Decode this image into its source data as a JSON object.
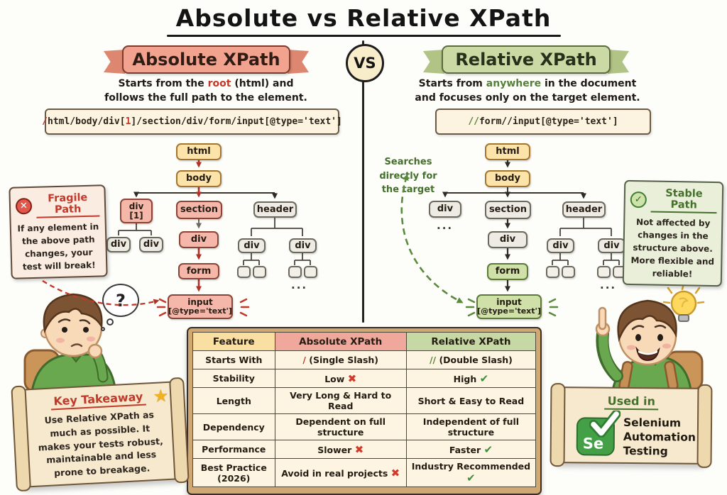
{
  "title": "Absolute vs Relative XPath",
  "vs_label": "VS",
  "left": {
    "banner": "Absolute XPath",
    "sub_pre": "Starts from the ",
    "sub_hl": "root",
    "sub_post": " (html) and",
    "sub_line2": "follows the full path to the element.",
    "code_slash": "/",
    "code_a": "html/body/div[",
    "code_num": "1",
    "code_b": "]/section/div/form/input[@type='text']",
    "note_title": "Fragile Path",
    "note_icon": "✕",
    "note_body": "If any element in the above path changes, your test will break!"
  },
  "right": {
    "banner": "Relative XPath",
    "sub_pre": "Starts from ",
    "sub_hl": "anywhere",
    "sub_post": " in the document",
    "sub_line2": "and focuses only on the target element.",
    "code_slash": "//",
    "code_b": "form//input[@type='text']",
    "note_title": "Stable Path",
    "note_icon": "✓",
    "note_body": "Not affected by changes in the structure above. More flexible and reliable!",
    "annotation": "Searches\ndirectly for\nthe target"
  },
  "tree": {
    "html": "html",
    "body": "body",
    "div": "div",
    "div_index": "[1]",
    "section": "section",
    "header": "header",
    "form": "form",
    "input": "input",
    "input_attr": "[@type='text']",
    "dots": "...",
    "dots_small": "··"
  },
  "table": {
    "headers": [
      "Feature",
      "Absolute XPath",
      "Relative XPath"
    ],
    "rows": [
      {
        "feature": "Starts With",
        "abs": [
          {
            "t": "/",
            "c": "red"
          },
          {
            "t": " (Single Slash)"
          }
        ],
        "rel": [
          {
            "t": "//",
            "c": "green"
          },
          {
            "t": " (Double Slash)"
          }
        ]
      },
      {
        "feature": "Stability",
        "abs": [
          {
            "t": "Low "
          },
          {
            "t": "✖",
            "c": "cross"
          }
        ],
        "rel": [
          {
            "t": "High "
          },
          {
            "t": "✔",
            "c": "check"
          }
        ]
      },
      {
        "feature": "Length",
        "abs": [
          {
            "t": "Very Long & Hard to Read"
          }
        ],
        "rel": [
          {
            "t": "Short & Easy to Read"
          }
        ]
      },
      {
        "feature": "Dependency",
        "abs": [
          {
            "t": "Dependent on full structure"
          }
        ],
        "rel": [
          {
            "t": "Independent of full structure"
          }
        ]
      },
      {
        "feature": "Performance",
        "abs": [
          {
            "t": "Slower "
          },
          {
            "t": "✖",
            "c": "cross"
          }
        ],
        "rel": [
          {
            "t": "Faster "
          },
          {
            "t": "✔",
            "c": "check"
          }
        ]
      },
      {
        "feature": "Best Practice (2026)",
        "abs": [
          {
            "t": "Avoid in real projects "
          },
          {
            "t": "✖",
            "c": "cross"
          }
        ],
        "rel": [
          {
            "t": "Industry Recommended "
          },
          {
            "t": "✔",
            "c": "check"
          }
        ]
      }
    ]
  },
  "takeaway": {
    "title": "Key Takeaway",
    "star": "★",
    "body": "Use Relative XPath as much as possible. It makes your tests robust, maintainable and less prone to breakage."
  },
  "used_in": {
    "title": "Used in",
    "logo_text": "Se",
    "body": "Selenium\nAutomation\nTesting"
  },
  "characters": {
    "thought": "?"
  },
  "colors": {
    "red_accent": "#c0392b",
    "green_accent": "#55803a",
    "paper": "#fcf4e0",
    "banner_red": "#f2a38f",
    "banner_green": "#cbdaa5",
    "node_yellow": "#fbe3a9",
    "node_pink": "#f5b7aa",
    "node_gray": "#edebe3",
    "node_green": "#cfe0a8",
    "selenium_green": "#43a047"
  }
}
